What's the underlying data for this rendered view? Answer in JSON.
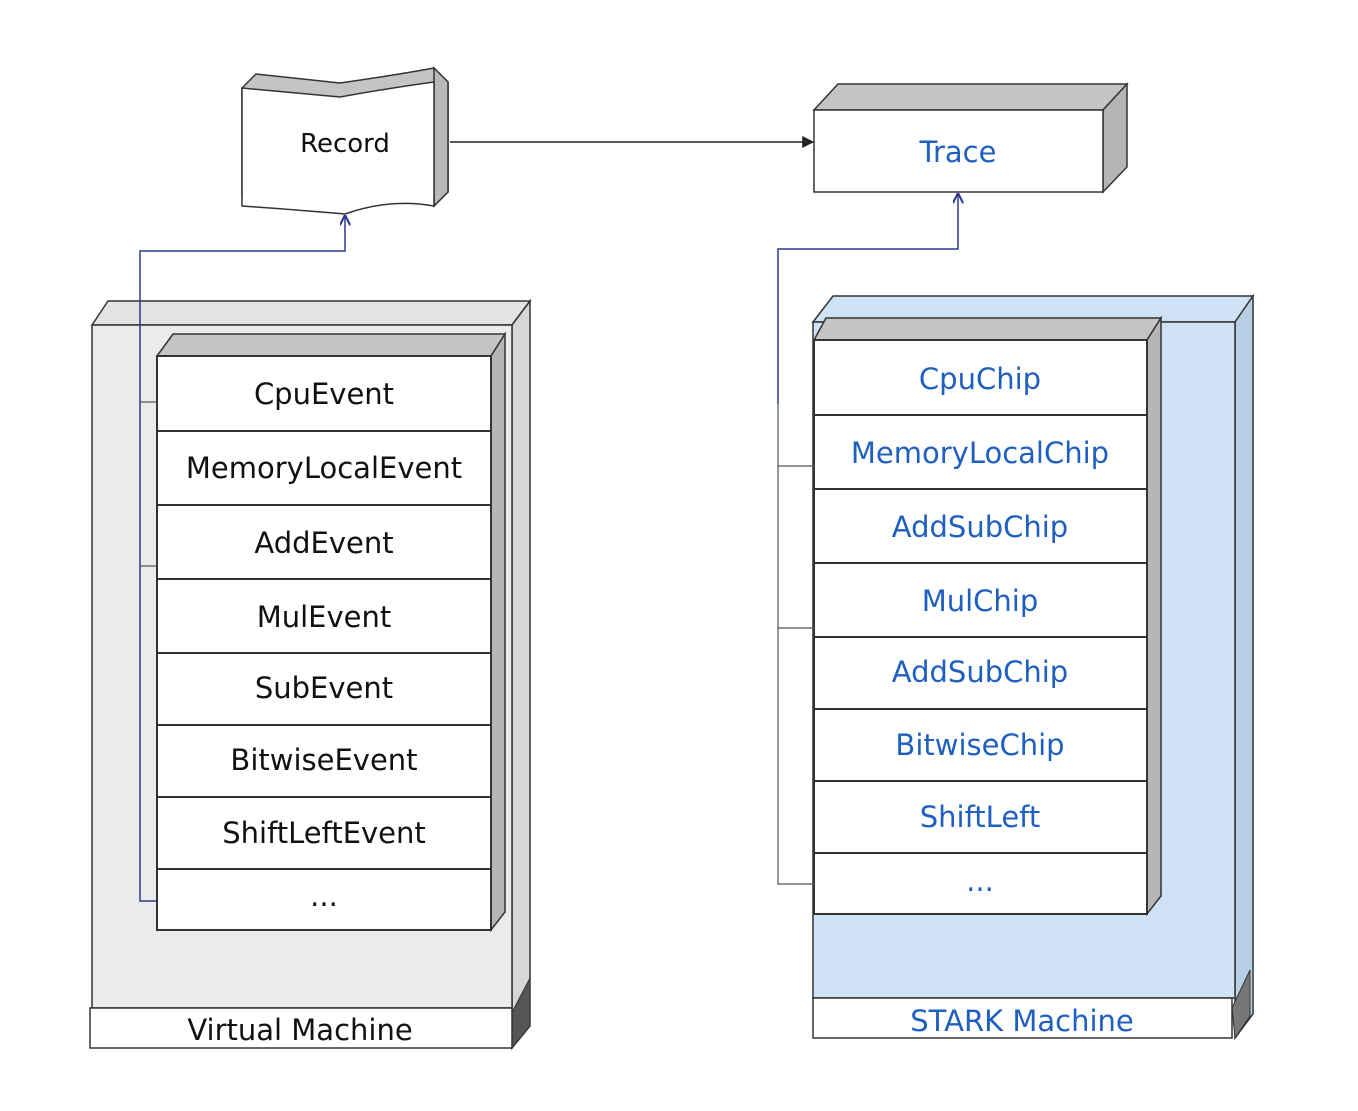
{
  "record": {
    "label": "Record"
  },
  "trace": {
    "label": "Trace"
  },
  "virtual_machine": {
    "title": "Virtual Machine",
    "events": [
      "CpuEvent",
      "MemoryLocalEvent",
      "AddEvent",
      "MulEvent",
      "SubEvent",
      "BitwiseEvent",
      "ShiftLeftEvent",
      "..."
    ]
  },
  "stark_machine": {
    "title": "STARK Machine",
    "chips": [
      "CpuChip",
      "MemoryLocalChip",
      "AddSubChip",
      "MulChip",
      "AddSubChip",
      "BitwiseChip",
      "ShiftLeft",
      "..."
    ]
  },
  "colors": {
    "stark_fill": "#cfe2f6",
    "vm_fill": "#ebebeb",
    "block_top": "#c4c4c4",
    "connector": "#2b3a8f",
    "blue_text": "#1f5fbf"
  }
}
